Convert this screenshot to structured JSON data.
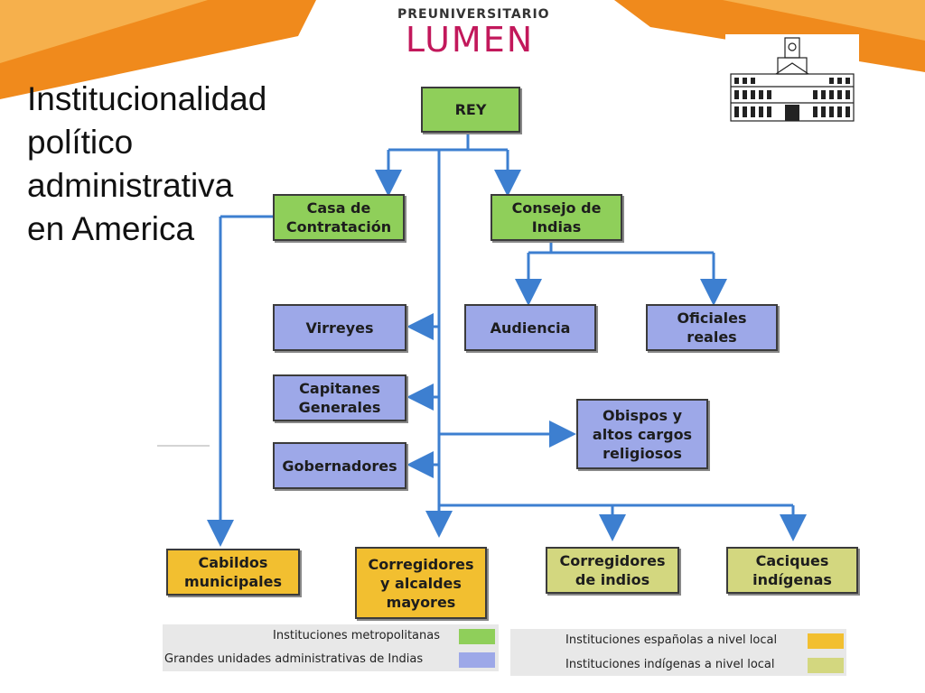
{
  "logo": {
    "line1": "PREUNIVERSITARIO",
    "line2": "LUMEN"
  },
  "title": {
    "line1": "Institucionalidad",
    "line2": "político",
    "line3": "administrativa",
    "line4": "en Americа"
  },
  "nodes": {
    "rey": "REY",
    "casa": "Casa de\nContratación",
    "consejo": "Consejo de\nIndias",
    "audiencia": "Audiencia",
    "oficiales": "Oficiales\nreales",
    "virreyes": "Virreyes",
    "capitanes": "Capitanes\nGenerales",
    "gobernadores": "Gobernadores",
    "obispos": "Obispos y\naltos cargos\nreligiosos",
    "cabildos": "Cabildos\nmunicipales",
    "corregidores_alcaldes": "Corregidores\ny alcaldes\nmayores",
    "corregidores_indios": "Corregidores\nde indios",
    "caciques": "Caciques\nindígenas"
  },
  "legend": {
    "metropolitanas": "Instituciones metropolitanas",
    "grandes_unidades": "Grandes unidades administrativas de Indias",
    "espanolas_local": "Instituciones españolas a nivel local",
    "indigenas_local": "Instituciones indígenas a nivel local"
  },
  "colors": {
    "metropolitanas": "#8fcf5a",
    "grandes_unidades": "#9da8e8",
    "espanolas_local": "#f2bf30",
    "indigenas_local": "#d3d77f",
    "arrows": "#3d7fd0",
    "accent_orange": "#f08a1c"
  },
  "icons": {
    "building": "government-building-icon"
  }
}
